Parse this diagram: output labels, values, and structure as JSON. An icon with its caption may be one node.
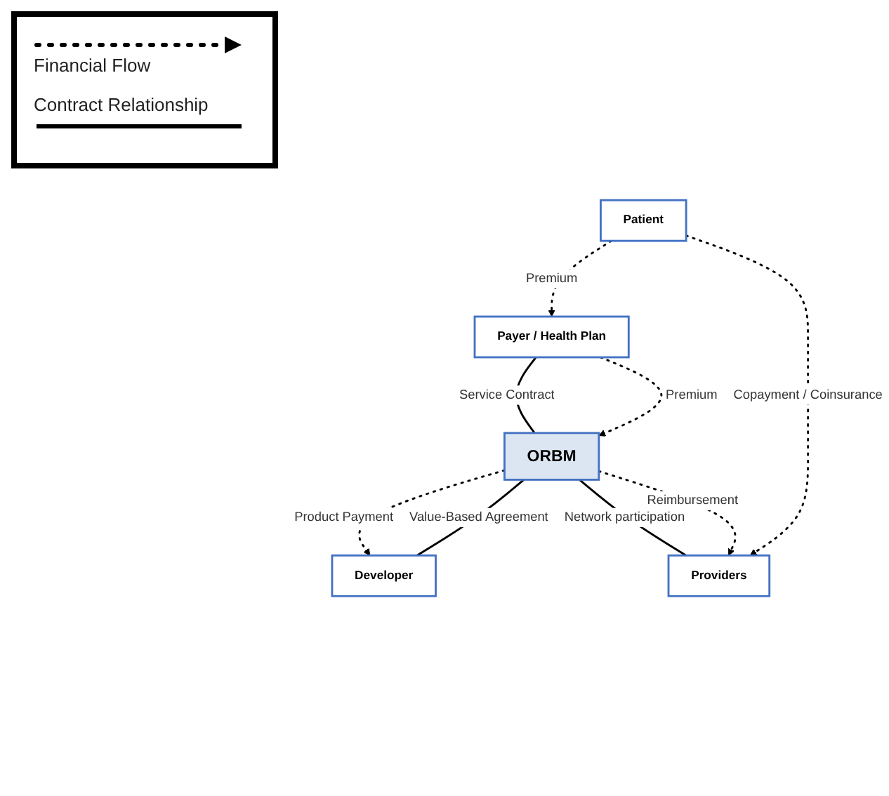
{
  "diagram": {
    "nodes": [
      {
        "text": [
          "Developer"
        ]
      },
      {
        "text": [
          "Payer / Health Plan"
        ]
      },
      {
        "text": [
          "ORBM"
        ]
      },
      {
        "text": [
          "Patient"
        ]
      },
      {
        "text": [
          "Providers"
        ]
      }
    ],
    "edges": [
      {
        "from": 2,
        "to": 0,
        "arrow": "to",
        "style": "dashed",
        "label": "Product Payment"
      },
      {
        "from": 2,
        "to": 0,
        "arrow": "none",
        "label": "Value-Based Agreement"
      },
      {
        "from": 1,
        "to": 2,
        "arrow": "none",
        "label": "Service Contract"
      },
      {
        "from": 1,
        "to": 2,
        "arrow": "to",
        "style": "dashed",
        "label": "Premium"
      },
      {
        "from": 3,
        "to": 1,
        "arrow": "to",
        "style": "dashed",
        "label": "Premium"
      },
      {
        "from": 2,
        "to": 4,
        "arrow": "none",
        "label": "Network participation"
      },
      {
        "from": 2,
        "to": 4,
        "arrow": "to",
        "style": "dashed",
        "label": "Reimbursement"
      },
      {
        "from": 3,
        "to": 4,
        "arrow": "to",
        "style": "dashed",
        "label": "Copayment / Coinsurance"
      }
    ],
    "legend": [
      {
        "text": "Financial Flow"
      },
      {
        "text": "Contract Relationship"
      }
    ]
  }
}
